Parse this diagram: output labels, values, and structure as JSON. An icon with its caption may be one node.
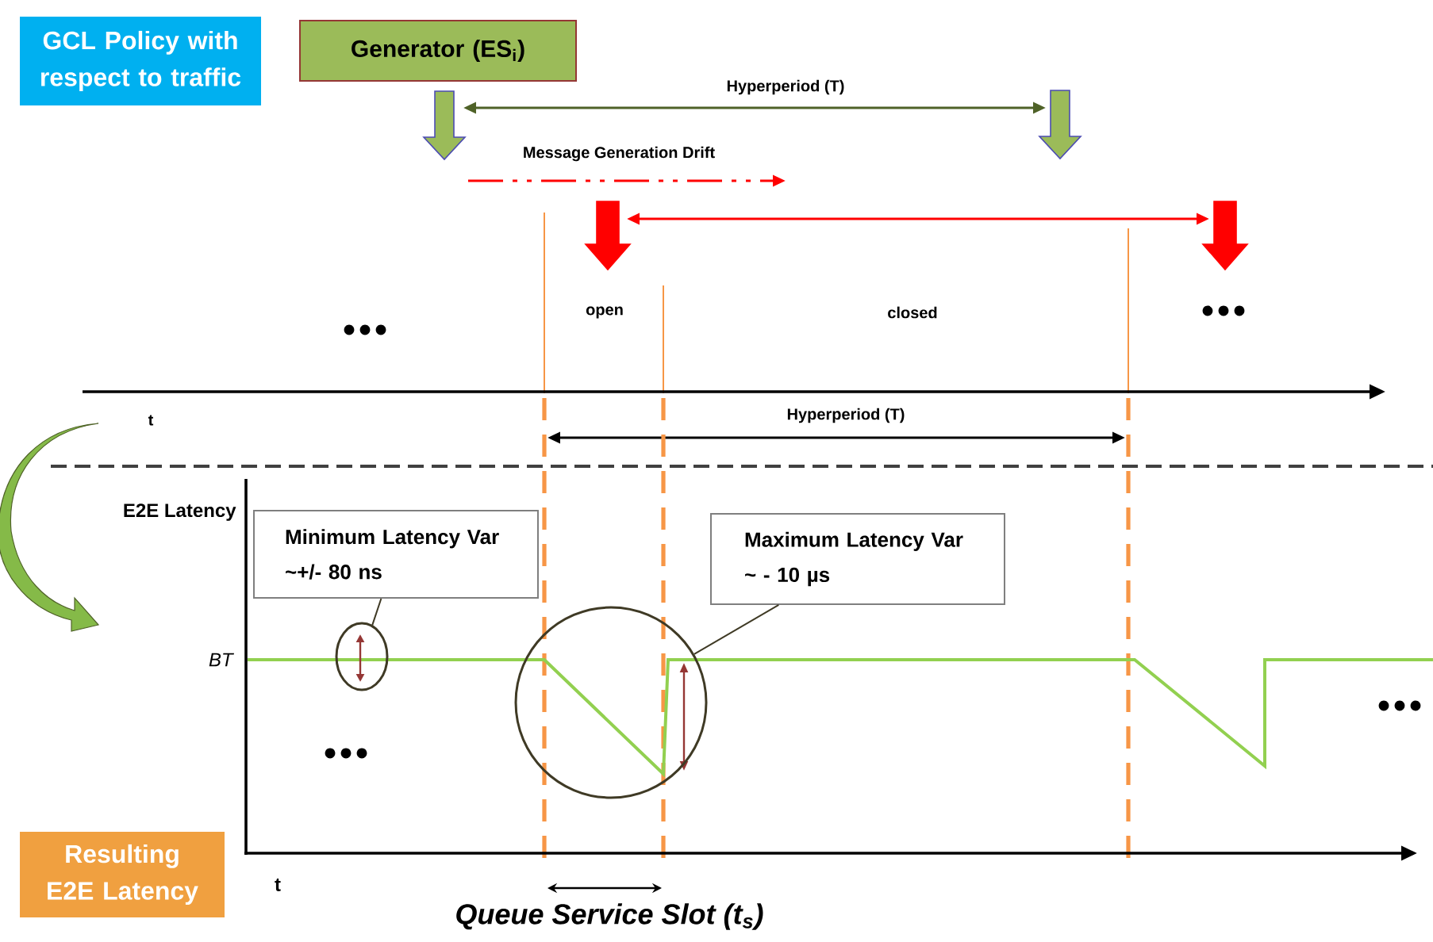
{
  "diagram": {
    "nodes": [
      {
        "text": [
          "GCL Policy with respect to traffic"
        ]
      },
      {
        "text": [
          "Generator (ES$_{i}$)"
        ]
      },
      {
        "text": [
          "Minimum Latency Var ~+/- 80 ns"
        ]
      },
      {
        "text": [],
        "shape": "circle"
      },
      {
        "text": [
          "Maximum Latency Var ~ - 10 µs"
        ]
      },
      {
        "text": [],
        "shape": "circle"
      },
      {
        "text": [
          "Resulting E2E Latency"
        ]
      }
    ],
    "edges": [
      {
        "from": 1,
        "to": null,
        "arrow": "to"
      },
      {
        "from": 2,
        "to": 3,
        "arrow": "none"
      },
      {
        "from": 4,
        "to": 5,
        "arrow": "none"
      }
    ],
    "labels": [
      "Hyperperiod (T)",
      "Message Generation Drift",
      "open",
      "closed",
      "t",
      "Hyperperiod (T)",
      "E2E Latency",
      "BT",
      "t",
      "Queue Service Slot (t$_{s}$)"
    ]
  }
}
